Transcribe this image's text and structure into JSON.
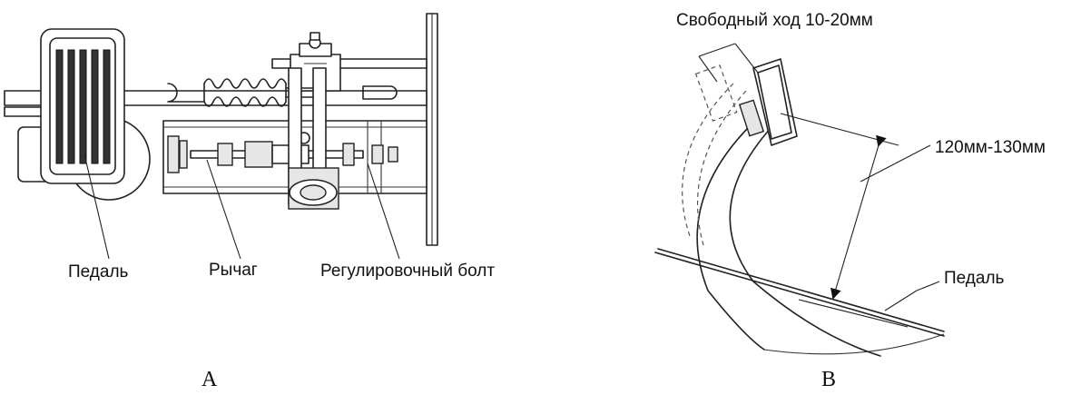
{
  "panel_a": {
    "letter": "A",
    "labels": {
      "pedal": "Педаль",
      "lever": "Рычаг",
      "adjusting_bolt": "Регулировочный болт"
    }
  },
  "panel_b": {
    "letter": "B",
    "labels": {
      "free_play": "Свободный ход 10-20мм",
      "height": "120мм-130мм",
      "pedal": "Педаль"
    }
  },
  "colors": {
    "line": "#222222",
    "background": "#ffffff"
  }
}
